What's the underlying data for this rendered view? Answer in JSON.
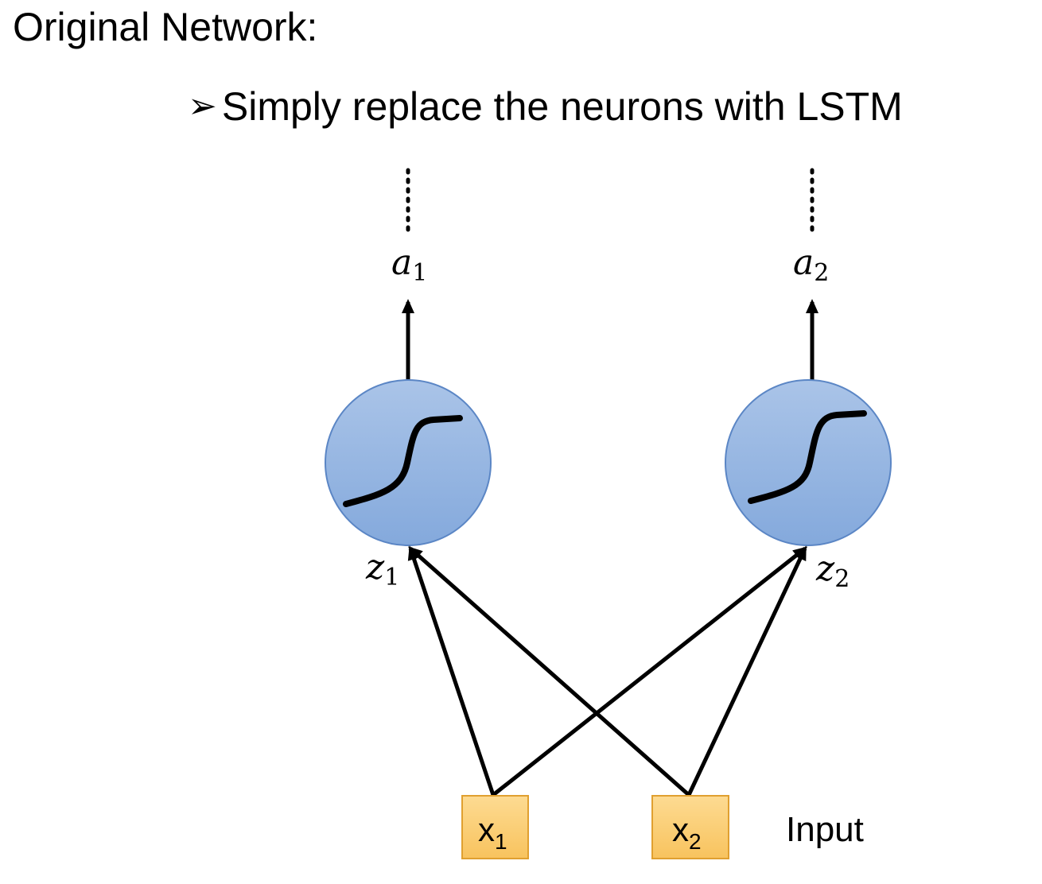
{
  "title": "Original Network:",
  "bullet": {
    "icon": "arrowhead-bullet-icon",
    "text": "Simply replace the neurons with LSTM"
  },
  "neurons": [
    {
      "output_var": "a",
      "output_sub": "1",
      "input_var": "z",
      "input_sub": "1",
      "icon": "sigmoid-curve-icon"
    },
    {
      "output_var": "a",
      "output_sub": "2",
      "input_var": "z",
      "input_sub": "2",
      "icon": "sigmoid-curve-icon"
    }
  ],
  "inputs": [
    {
      "var": "x",
      "sub": "1"
    },
    {
      "var": "x",
      "sub": "2"
    }
  ],
  "input_label": "Input",
  "colors": {
    "neuron_fill_top": "#aac4e8",
    "neuron_fill_bottom": "#84a9dc",
    "neuron_stroke": "#5b86c5",
    "input_fill_top": "#fddb92",
    "input_fill_bottom": "#f8c35e",
    "input_stroke": "#e0a030",
    "line": "#000000"
  }
}
